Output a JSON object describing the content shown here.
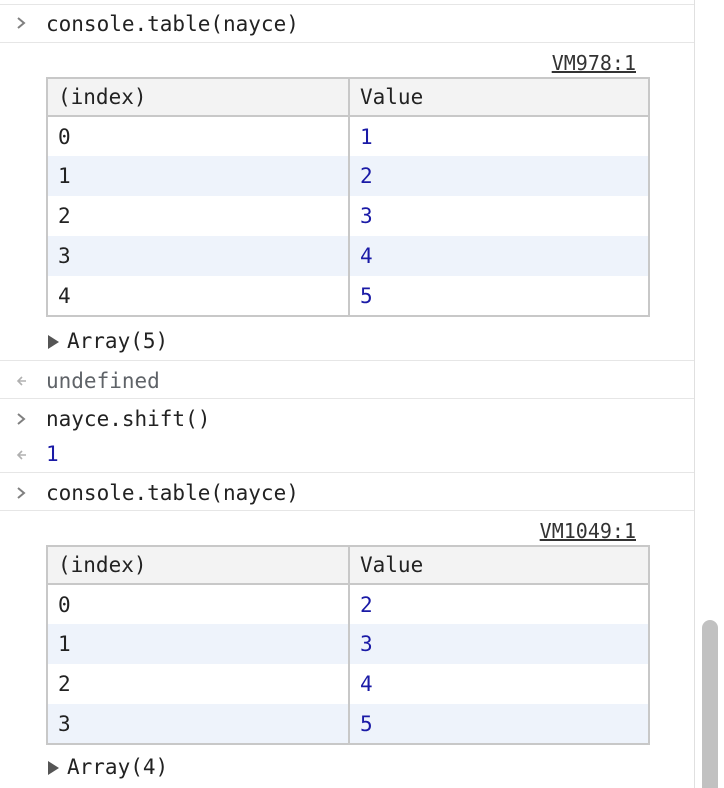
{
  "entries": [
    {
      "kind": "input",
      "text": "console.table(nayce)"
    },
    {
      "kind": "table",
      "source": "VM978:1",
      "headers": [
        "(index)",
        "Value"
      ],
      "rows": [
        [
          "0",
          "1"
        ],
        [
          "1",
          "2"
        ],
        [
          "2",
          "3"
        ],
        [
          "3",
          "4"
        ],
        [
          "4",
          "5"
        ]
      ],
      "expander": "Array(5)"
    },
    {
      "kind": "return",
      "text": "undefined"
    },
    {
      "kind": "input",
      "text": "nayce.shift()"
    },
    {
      "kind": "return",
      "text": "1"
    },
    {
      "kind": "input",
      "text": "console.table(nayce)"
    },
    {
      "kind": "table",
      "source": "VM1049:1",
      "headers": [
        "(index)",
        "Value"
      ],
      "rows": [
        [
          "0",
          "2"
        ],
        [
          "1",
          "3"
        ],
        [
          "2",
          "4"
        ],
        [
          "3",
          "5"
        ]
      ],
      "expander": "Array(4)"
    }
  ],
  "icons": {
    "input_prompt": "chevron-right-icon",
    "return_prompt": "return-arrow-icon",
    "expander": "triangle-right-icon"
  },
  "colors": {
    "number": "#1a1aa6",
    "muted": "#5f6368",
    "alt_row": "#eef3fb"
  }
}
